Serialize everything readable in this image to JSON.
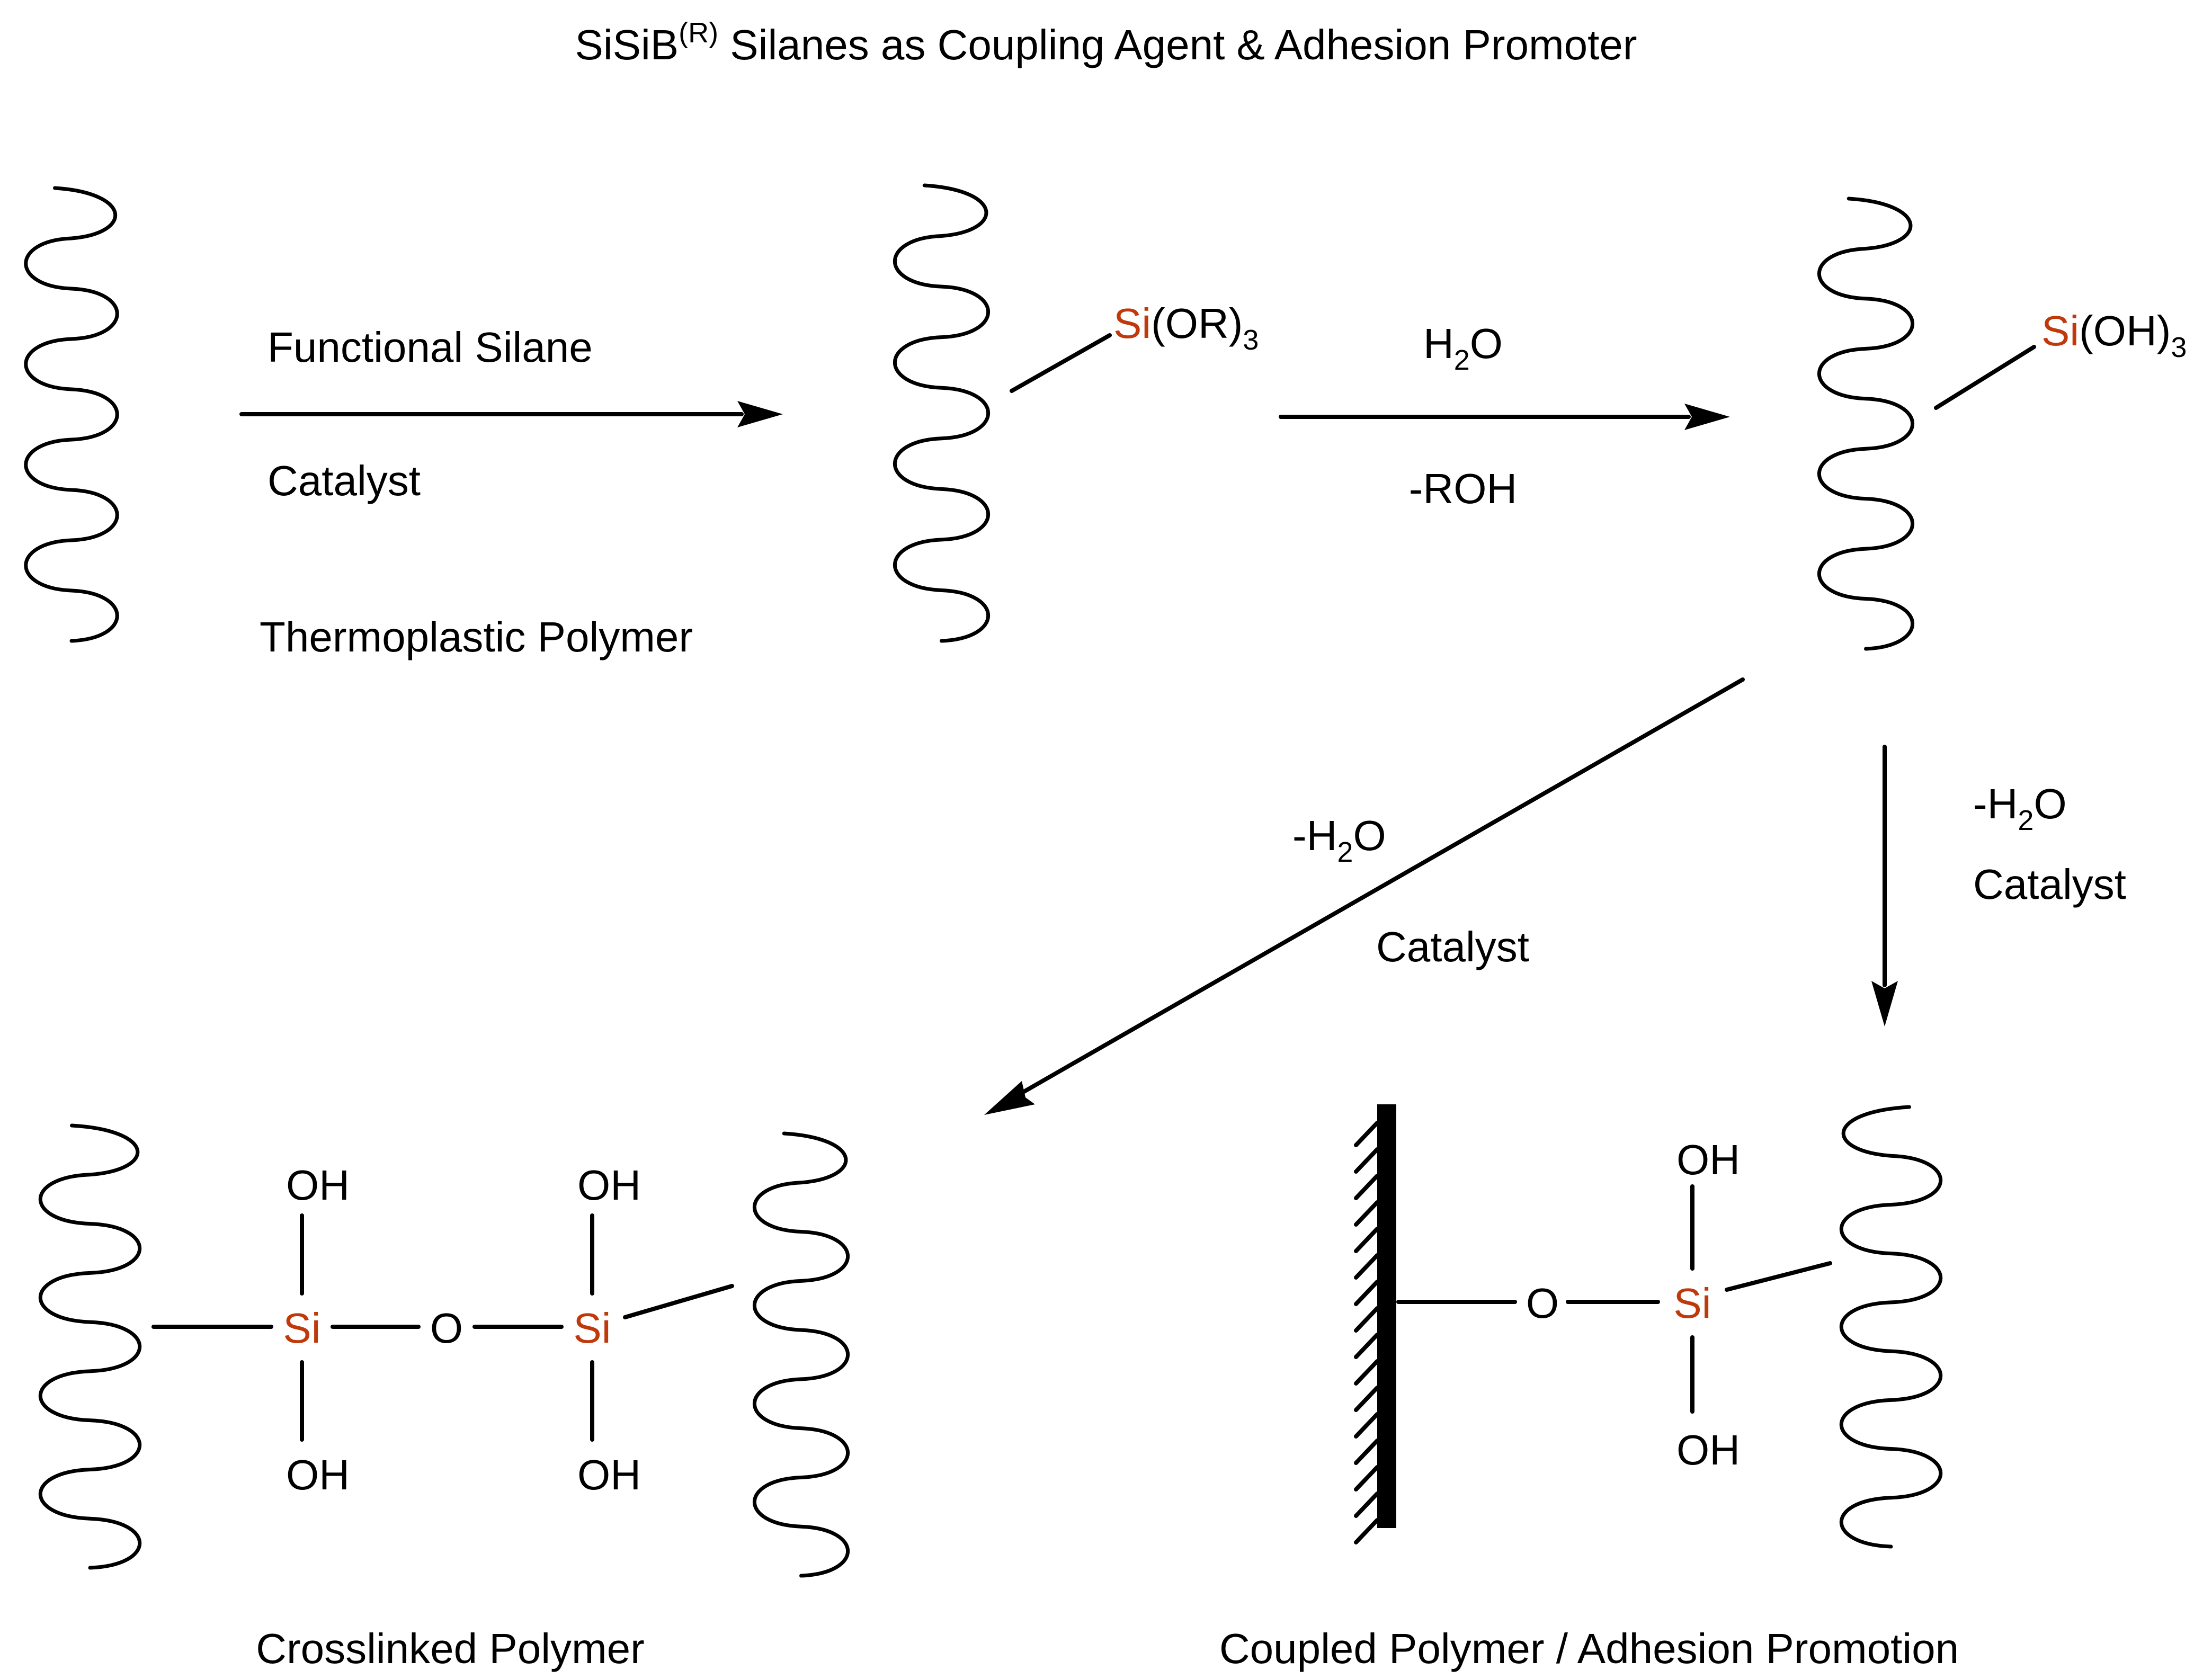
{
  "title": {
    "main": "SiSiB",
    "superscript": "(R)",
    "rest": " Silanes as Coupling Agent & Adhesion Promoter"
  },
  "colors": {
    "silicon": "#C0390B",
    "ink": "#000000"
  },
  "step1": {
    "reagent": "Functional Silane",
    "condition": "Catalyst",
    "substrate_caption": "Thermoplastic Polymer"
  },
  "intermediate1": {
    "si": "Si",
    "group": "(OR)",
    "subscript": "3"
  },
  "step2": {
    "reagent_h": "H",
    "reagent_sub": "2",
    "reagent_o": "O",
    "byproduct": "-ROH"
  },
  "intermediate2": {
    "si": "Si",
    "group": "(OH)",
    "subscript": "3"
  },
  "step3_left": {
    "loss_prefix": "-H",
    "loss_sub": "2",
    "loss_suffix": "O",
    "condition": "Catalyst"
  },
  "step3_right": {
    "loss_prefix": "-H",
    "loss_sub": "2",
    "loss_suffix": "O",
    "condition": "Catalyst"
  },
  "product_crosslinked": {
    "si_left": "Si",
    "si_right": "Si",
    "oxygen": "O",
    "oh_top_left": "OH",
    "oh_bottom_left": "OH",
    "oh_top_right": "OH",
    "oh_bottom_right": "OH",
    "caption": "Crosslinked Polymer"
  },
  "product_coupled": {
    "oxygen": "O",
    "si": "Si",
    "oh_top": "OH",
    "oh_bottom": "OH",
    "caption": "Coupled Polymer / Adhesion Promotion"
  }
}
